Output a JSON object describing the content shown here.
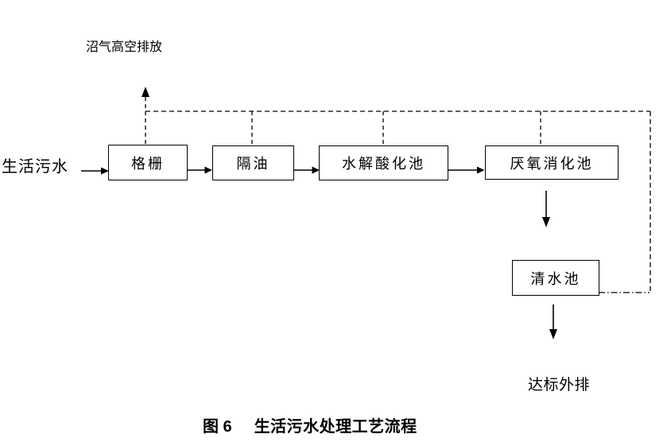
{
  "page": {
    "background_color": "#ffffff",
    "ink_color": "#000000"
  },
  "diagram": {
    "biogas_label": "沼气高空排放",
    "inflow_label": "生活污水",
    "outflow_label": "达标外排",
    "nodes": [
      {
        "id": "grille",
        "label": "格栅"
      },
      {
        "id": "oil-separator",
        "label": "隔油"
      },
      {
        "id": "hydrolysis-acidification-tank",
        "label": "水解酸化池"
      },
      {
        "id": "anaerobic-digestion-tank",
        "label": "厌氧消化池"
      },
      {
        "id": "clear-water-tank",
        "label": "清水池"
      }
    ],
    "caption": {
      "figure_no": "图 6",
      "title": "生活污水处理工艺流程"
    }
  }
}
